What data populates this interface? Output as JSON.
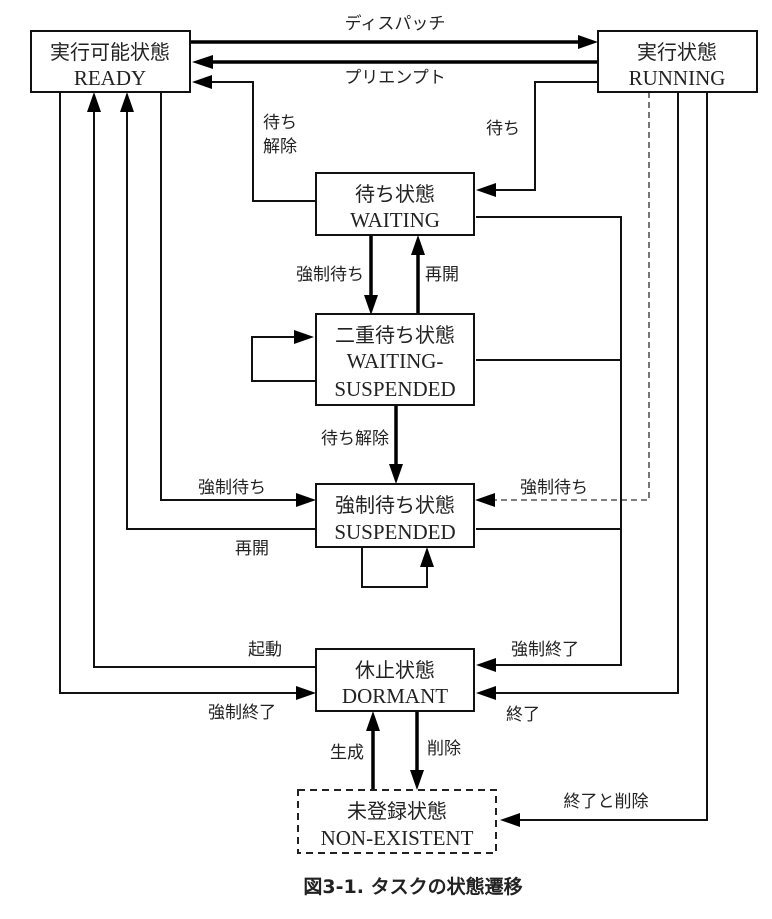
{
  "states": {
    "ready": {
      "jp": "実行可能状態",
      "en": "READY"
    },
    "running": {
      "jp": "実行状態",
      "en": "RUNNING"
    },
    "waiting": {
      "jp": "待ち状態",
      "en": "WAITING"
    },
    "waiting_suspended": {
      "jp": "二重待ち状態",
      "en1": "WAITING-",
      "en2": "SUSPENDED"
    },
    "suspended": {
      "jp": "強制待ち状態",
      "en": "SUSPENDED"
    },
    "dormant": {
      "jp": "休止状態",
      "en": "DORMANT"
    },
    "non_existent": {
      "jp": "未登録状態",
      "en": "NON-EXISTENT"
    }
  },
  "transitions": {
    "dispatch": "ディスパッチ",
    "preempt": "プリエンプト",
    "release_wait_l1": "待ち",
    "release_wait_l2": "解除",
    "wait": "待ち",
    "suspend_from_waiting": "強制待ち",
    "resume_to_waiting": "再開",
    "release_wait_to_suspended": "待ち解除",
    "suspend_from_ready": "強制待ち",
    "suspend_from_running": "強制待ち",
    "resume_to_ready": "再開",
    "start": "起動",
    "terminate_from_ready": "強制終了",
    "terminate_from_waiting": "強制終了",
    "exit": "終了",
    "create": "生成",
    "delete": "削除",
    "exit_and_delete": "終了と削除"
  },
  "caption": "図3-1. タスクの状態遷移"
}
